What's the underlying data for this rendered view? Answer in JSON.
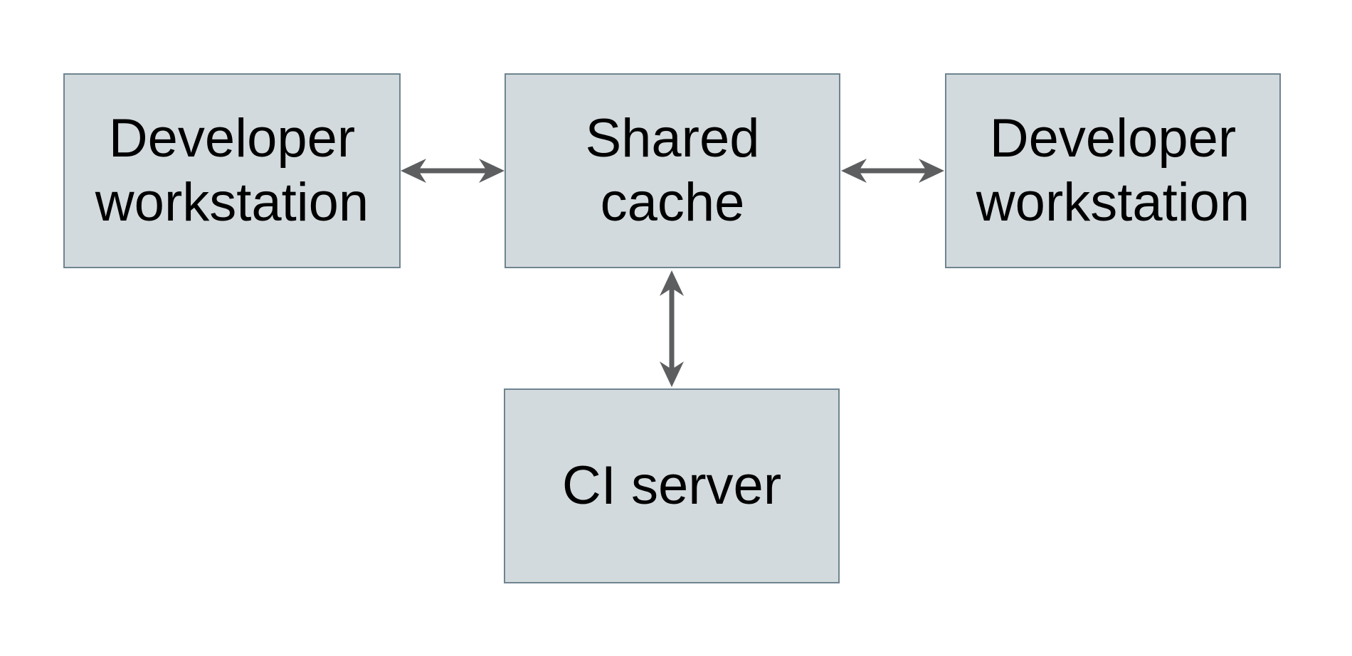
{
  "diagram": {
    "description": "Shared cache diagram: two developer workstations and a CI server connected bidirectionally to a shared cache",
    "nodes": {
      "dev_left": {
        "label": "Developer\nworkstation"
      },
      "shared": {
        "label": "Shared\ncache"
      },
      "dev_right": {
        "label": "Developer\nworkstation"
      },
      "ci_server": {
        "label": "CI server"
      }
    },
    "edges": [
      {
        "from": "Developer workstation (left)",
        "to": "Shared cache",
        "direction": "bidirectional"
      },
      {
        "from": "Shared cache",
        "to": "Developer workstation (right)",
        "direction": "bidirectional"
      },
      {
        "from": "Shared cache",
        "to": "CI server",
        "direction": "bidirectional"
      }
    ],
    "colors": {
      "background": "#ffffff",
      "node_fill": "#d3dadd",
      "node_border": "#6f8490",
      "arrow": "#5c5e60",
      "text": "#000000"
    }
  }
}
